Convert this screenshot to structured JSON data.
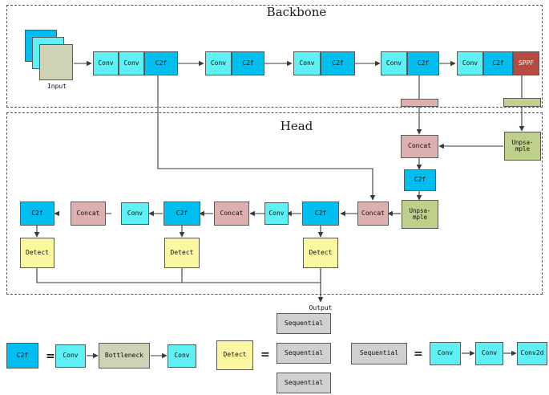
{
  "diagram": {
    "title_backbone": "Backbone",
    "title_head": "Head",
    "input_label": "Input",
    "output_label": "Output"
  },
  "colors": {
    "conv": "#5FF0F5",
    "c2f": "#00BFF0",
    "sppf": "#B94A40",
    "concat": "#DDAFAF",
    "upsample": "#BFD08A",
    "detect": "#FAF7A0",
    "bottleneck": "#CFD2B4",
    "sequential": "#D0D0D0",
    "input_back": "#00BFF0",
    "input_mid": "#5FF0F5",
    "input_front": "#CFD2B4",
    "stroke": "#5a5a5a",
    "wire": "#3a3a3a",
    "dash": "#555555"
  },
  "backbone": {
    "stage1": [
      {
        "label": "Conv",
        "kind": "conv"
      },
      {
        "label": "Conv",
        "kind": "conv"
      },
      {
        "label": "C2f",
        "kind": "c2f"
      }
    ],
    "stage2": [
      {
        "label": "Conv",
        "kind": "conv"
      },
      {
        "label": "C2f",
        "kind": "c2f"
      }
    ],
    "stage3": [
      {
        "label": "Conv",
        "kind": "conv"
      },
      {
        "label": "C2f",
        "kind": "c2f"
      }
    ],
    "stage4": [
      {
        "label": "Conv",
        "kind": "conv"
      },
      {
        "label": "C2f",
        "kind": "c2f"
      }
    ],
    "stage5": [
      {
        "label": "Conv",
        "kind": "conv"
      },
      {
        "label": "C2f",
        "kind": "c2f"
      },
      {
        "label": "SPPF",
        "kind": "sppf"
      }
    ]
  },
  "head": {
    "concat_top": "Concat",
    "c2f_top": "C2f",
    "upsample_right": "Unpsa-\nmple",
    "upsample_mid": "Unpsa-\nmple",
    "concat_a": "Concat",
    "concat_b": "Concat",
    "concat_c": "Concat",
    "c2f_a": "C2f",
    "c2f_b": "C2f",
    "c2f_c": "C2f",
    "conv_a": "Conv",
    "conv_b": "Conv",
    "detect_a": "Detect",
    "detect_b": "Detect",
    "detect_c": "Detect"
  },
  "legend": {
    "c2f_def": {
      "source": "C2f",
      "equals": "=",
      "chain": [
        {
          "label": "Conv",
          "kind": "conv"
        },
        {
          "label": "Bottleneck",
          "kind": "bottleneck"
        },
        {
          "label": "Conv",
          "kind": "conv"
        }
      ]
    },
    "detect_def": {
      "source": "Detect",
      "equals": "=",
      "stack": [
        "Sequential",
        "Sequential",
        "Sequential"
      ]
    },
    "sequential_def": {
      "source": "Sequential",
      "equals": "=",
      "chain": [
        {
          "label": "Conv",
          "kind": "conv"
        },
        {
          "label": "Conv",
          "kind": "conv"
        },
        {
          "label": "Conv2d",
          "kind": "conv"
        }
      ]
    }
  }
}
